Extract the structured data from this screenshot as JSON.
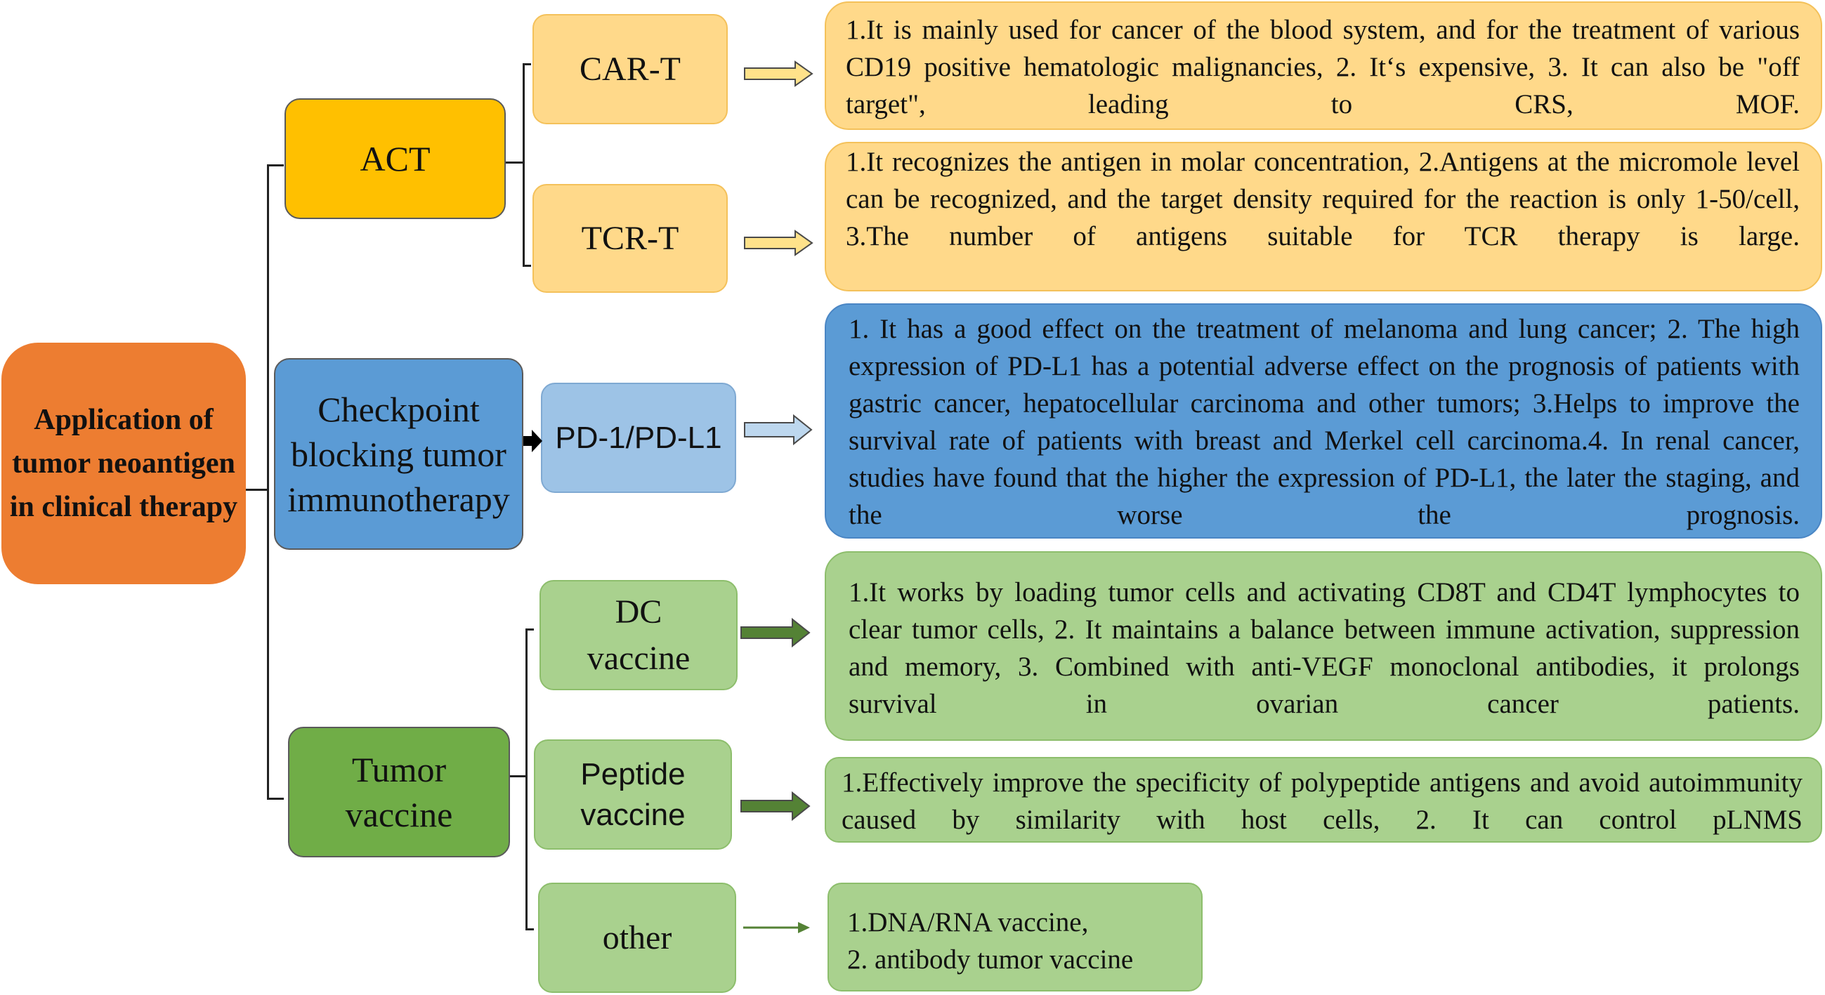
{
  "root": {
    "label": "Application of tumor neoantigen in clinical therapy"
  },
  "categories": {
    "act": {
      "label": "ACT"
    },
    "checkpoint": {
      "label": "Checkpoint blocking tumor immunotherapy"
    },
    "vaccine": {
      "label": "Tumor vaccine"
    }
  },
  "therapies": {
    "car_t": {
      "label": "CAR-T"
    },
    "tcr_t": {
      "label": "TCR-T"
    },
    "pd1": {
      "label": "PD-1/PD-L1"
    },
    "dc": {
      "label": "DC vaccine"
    },
    "peptide": {
      "label": "Peptide vaccine"
    },
    "other": {
      "label": "other"
    }
  },
  "descriptions": {
    "car_t": "1.It is mainly used for cancer of the blood system, and for the treatment of various CD19 positive hematologic malignancies, 2. It‘s expensive, 3. It can also be \"off target\", leading to CRS, MOF.",
    "tcr_t": "1.It recognizes the antigen in molar concentration, 2.Antigens at the micromole level can be recognized, and the target density required for the reaction is only 1-50/cell, 3.The number of antigens suitable for TCR therapy is large.",
    "pd1": "1. It has a good effect on the treatment of melanoma and lung cancer; 2. The high expression of PD-L1 has a potential adverse effect on the prognosis of patients with gastric cancer, hepatocellular carcinoma and other tumors; 3.Helps to improve the survival rate of patients with breast and Merkel cell carcinoma.4. In renal cancer, studies have found that the higher the expression of PD-L1, the later the staging, and the worse the prognosis.",
    "dc": "1.It works by loading tumor cells and activating CD8T and CD4T lymphocytes to clear tumor cells, 2. It maintains a balance between immune activation, suppression and memory, 3. Combined with anti-VEGF monoclonal antibodies, it prolongs survival in ovarian cancer patients.",
    "peptide": "1.Effectively improve the specificity of polypeptide antigens and avoid autoimmunity caused by similarity with host cells, 2. It can control pLNMS",
    "other_line1": "1.DNA/RNA vaccine,",
    "other_line2": "2. antibody tumor vaccine"
  },
  "colors": {
    "orange": "#ED7D31",
    "gold": "#FFC000",
    "light_gold": "#FFD98A",
    "blue": "#5B9BD5",
    "light_blue": "#9DC3E6",
    "green": "#70AD47",
    "light_green": "#A9D18E"
  }
}
